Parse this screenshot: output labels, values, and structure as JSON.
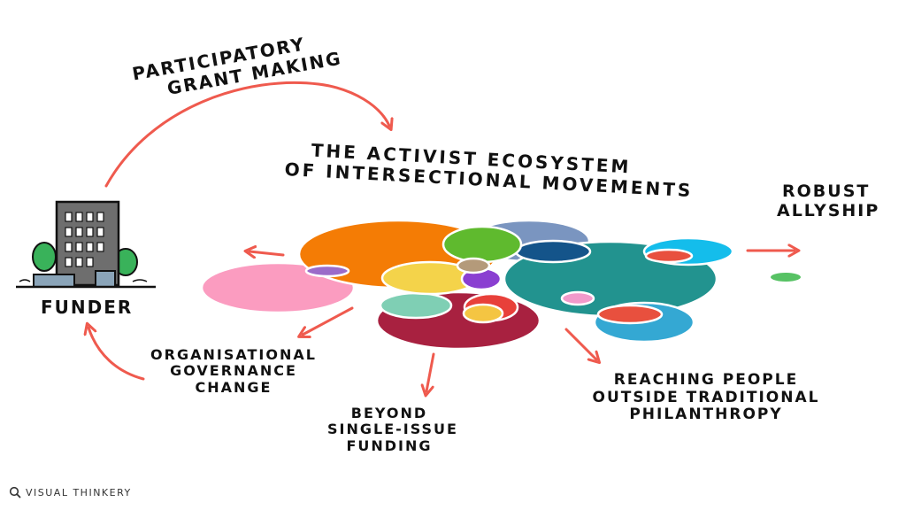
{
  "title": {
    "line1": "THE ACTIVIST ECOSYSTEM",
    "line2": "OF INTERSECTIONAL MOVEMENTS"
  },
  "funder_label": "FUNDER",
  "participatory": {
    "line1": "PARTICIPATORY",
    "line2": "GRANT MAKING"
  },
  "allyship": {
    "line1": "ROBUST",
    "line2": "ALLYSHIP"
  },
  "governance": {
    "line1": "ORGANISATIONAL",
    "line2": "GOVERNANCE",
    "line3": "CHANGE"
  },
  "single_issue": {
    "line1": "BEYOND",
    "line2": "SINGLE-ISSUE",
    "line3": "FUNDING"
  },
  "reaching": {
    "line1": "REACHING PEOPLE",
    "line2": "OUTSIDE TRADITIONAL",
    "line3": "PHILANTHROPY"
  },
  "credit": {
    "text": "VISUAL THINKERY",
    "icon": "magnifier-logo-icon"
  },
  "colors": {
    "arrow": "#ef5a4e",
    "orange": "#f47c05",
    "blue_grey": "#7a95c0",
    "green": "#5fba2e",
    "navy": "#14548a",
    "teal": "#22938f",
    "cyan": "#14bdeb",
    "pink": "#fb9cc0",
    "yellow": "#f4d34a",
    "purple": "#8a3fd1",
    "maroon": "#a82140",
    "red": "#e8403a",
    "mint": "#7fcfb4",
    "sky": "#34a8d3",
    "building": "#6e6e6e",
    "tree": "#39b25a"
  }
}
